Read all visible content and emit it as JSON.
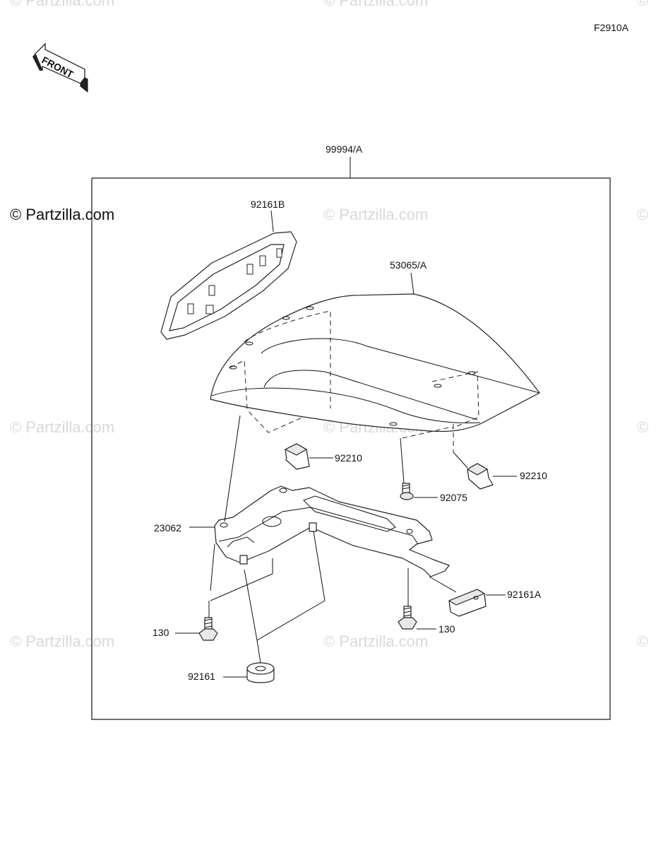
{
  "figure_code": "F2910A",
  "front_label": "FRONT",
  "watermarks": {
    "primary": "© Partzilla.com",
    "faded": "© Partzilla.com",
    "faded_edge": "©"
  },
  "parts": {
    "kit": "99994/A",
    "cover_left": "92161B",
    "seat_cover": "53065/A",
    "clip_left": "92210",
    "clip_right": "92210",
    "screw_center": "92075",
    "bracket": "23062",
    "damper_right": "92161A",
    "bolt_left": "130",
    "bolt_right": "130",
    "damper_bottom": "92161"
  }
}
